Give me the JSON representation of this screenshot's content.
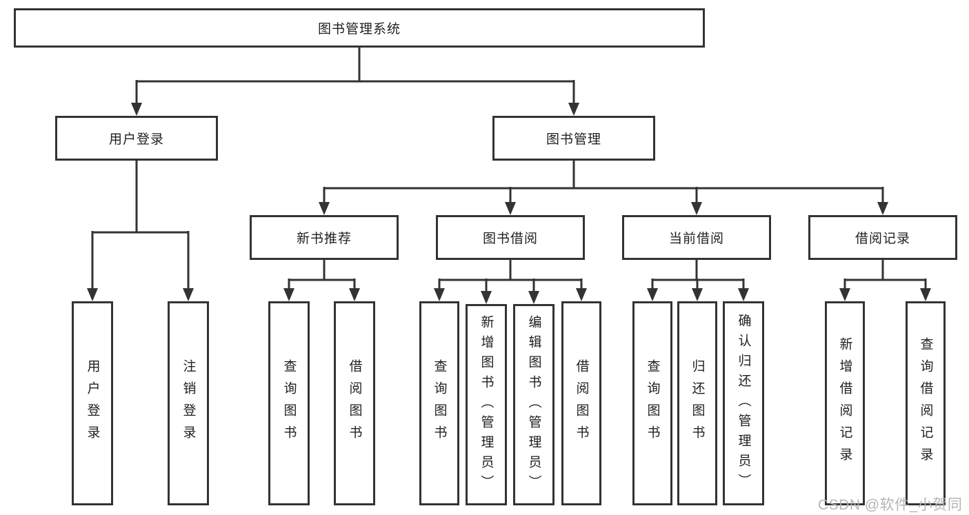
{
  "tree": {
    "root": {
      "label": "图书管理系统"
    },
    "branches": [
      {
        "label": "用户登录",
        "children": [
          {
            "label": "用户登录"
          },
          {
            "label": "注销登录"
          }
        ]
      },
      {
        "label": "图书管理",
        "children": [
          {
            "label": "新书推荐",
            "children": [
              {
                "label": "查询图书"
              },
              {
                "label": "借阅图书"
              }
            ]
          },
          {
            "label": "图书借阅",
            "children": [
              {
                "label": "查询图书"
              },
              {
                "label": "新增图书（管理员）"
              },
              {
                "label": "编辑图书（管理员）"
              },
              {
                "label": "借阅图书"
              }
            ]
          },
          {
            "label": "当前借阅",
            "children": [
              {
                "label": "查询图书"
              },
              {
                "label": "归还图书"
              },
              {
                "label": "确认归还（管理员）"
              }
            ]
          },
          {
            "label": "借阅记录",
            "children": [
              {
                "label": "新增借阅记录"
              },
              {
                "label": "查询借阅记录"
              }
            ]
          }
        ]
      }
    ]
  },
  "watermark": "CSDN @软件_小贺同学",
  "colors": {
    "line": "#333333",
    "box_border": "#333333",
    "box_fill": "#ffffff",
    "text": "#1f1f1f",
    "watermark": "#b2b2b2",
    "background": "#ffffff"
  }
}
